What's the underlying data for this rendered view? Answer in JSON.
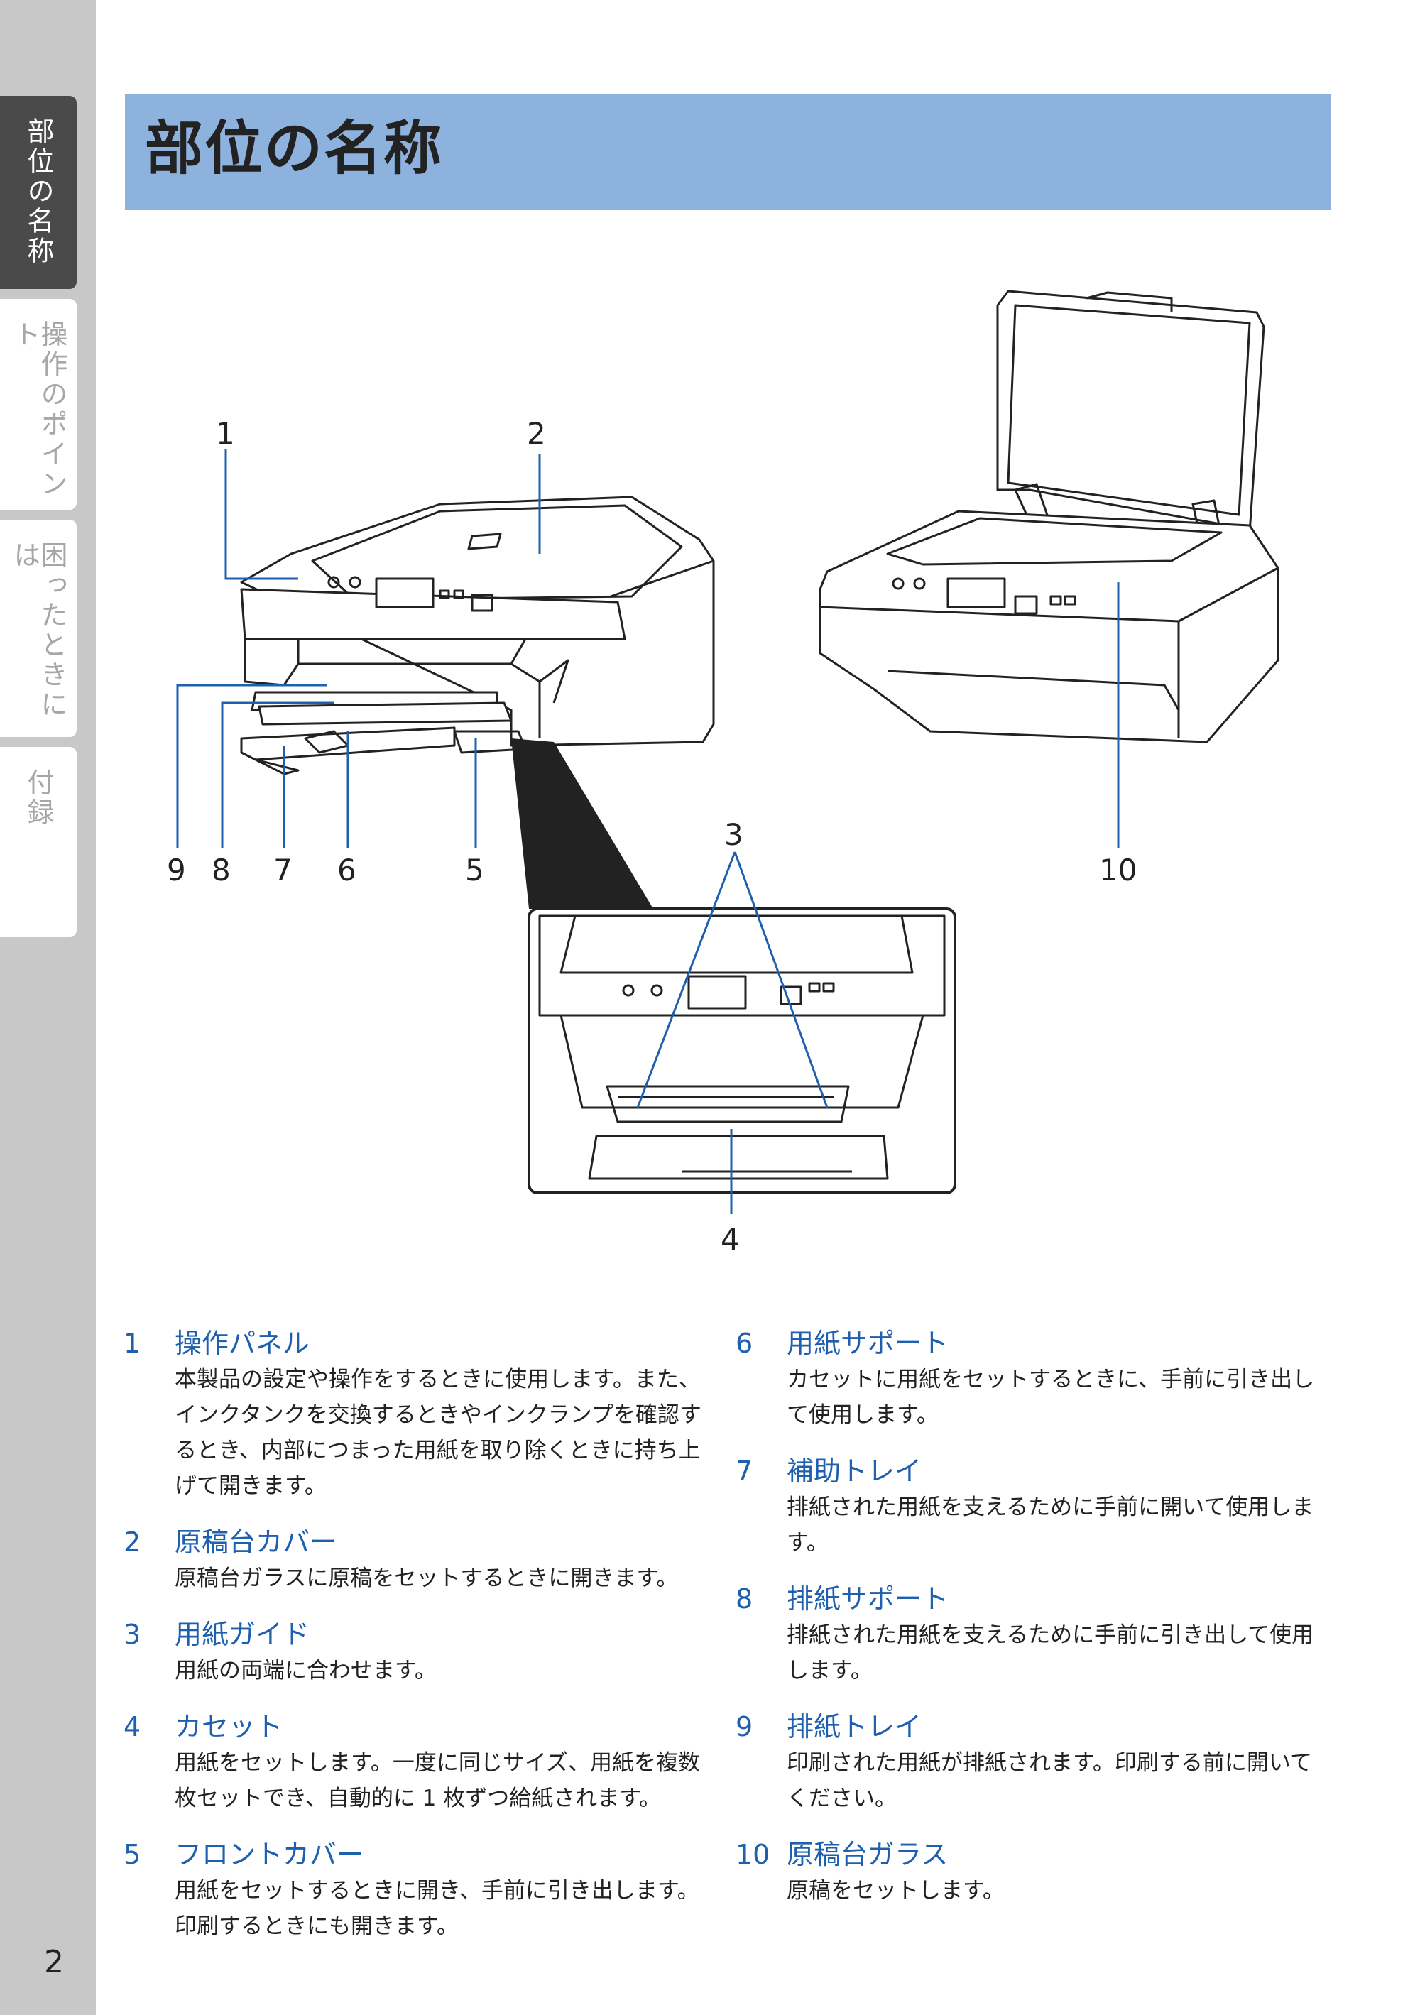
{
  "sidebar": {
    "tabs": [
      {
        "label": "部位の名称",
        "active": true
      },
      {
        "label": "操作のポイント",
        "active": false
      },
      {
        "label": "困ったときには",
        "active": false
      },
      {
        "label": "付録",
        "active": false
      }
    ],
    "page_number": "2"
  },
  "header": {
    "title": "部位の名称"
  },
  "figure": {
    "callouts": [
      "1",
      "2",
      "3",
      "4",
      "5",
      "6",
      "7",
      "8",
      "9",
      "10"
    ]
  },
  "parts": [
    {
      "num": "1",
      "name": "操作パネル",
      "desc": "本製品の設定や操作をするときに使用します。また、インクタンクを交換するときやインクランプを確認するとき、内部につまった用紙を取り除くときに持ち上げて開きます。"
    },
    {
      "num": "2",
      "name": "原稿台カバー",
      "desc": "原稿台ガラスに原稿をセットするときに開きます。"
    },
    {
      "num": "3",
      "name": "用紙ガイド",
      "desc": "用紙の両端に合わせます。"
    },
    {
      "num": "4",
      "name": "カセット",
      "desc": "用紙をセットします。一度に同じサイズ、用紙を複数枚セットでき、自動的に 1 枚ずつ給紙されます。"
    },
    {
      "num": "5",
      "name": "フロントカバー",
      "desc": "用紙をセットするときに開き、手前に引き出します。印刷するときにも開きます。"
    },
    {
      "num": "6",
      "name": "用紙サポート",
      "desc": "カセットに用紙をセットするときに、手前に引き出して使用します。"
    },
    {
      "num": "7",
      "name": "補助トレイ",
      "desc": "排紙された用紙を支えるために手前に開いて使用します。"
    },
    {
      "num": "8",
      "name": "排紙サポート",
      "desc": "排紙された用紙を支えるために手前に引き出して使用します。"
    },
    {
      "num": "9",
      "name": "排紙トレイ",
      "desc": "印刷された用紙が排紙されます。印刷する前に開いてください。"
    },
    {
      "num": "10",
      "name": "原稿台ガラス",
      "desc": "原稿をセットします。"
    }
  ],
  "colors": {
    "title_bar": "#8eb2de",
    "accent": "#1e5fae",
    "sidebar": "#c8c8c9",
    "active_tab": "#4a4a4b"
  }
}
